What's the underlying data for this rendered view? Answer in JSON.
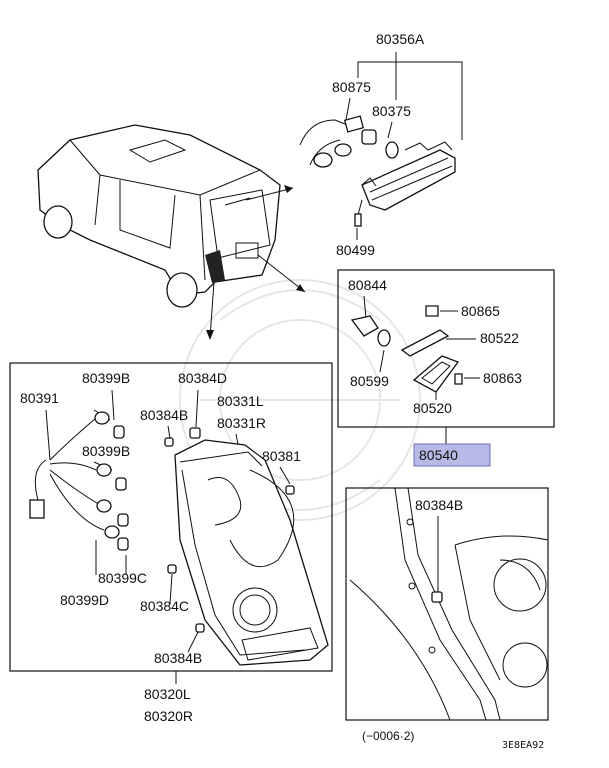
{
  "labels": {
    "p80356a": "80356A",
    "p80875": "80875",
    "p80375": "80375",
    "p80499": "80499",
    "p80844": "80844",
    "p80865": "80865",
    "p80522": "80522",
    "p80599": "80599",
    "p80863": "80863",
    "p80520": "80520",
    "p80540": "80540",
    "p80399b_1": "80399B",
    "p80384d": "80384D",
    "p80391": "80391",
    "p80384b_1": "80384B",
    "p80331l": "80331L",
    "p80331r": "80331R",
    "p80399b_2": "80399B",
    "p80381": "80381",
    "p80399c": "80399C",
    "p80384c": "80384C",
    "p80399d": "80399D",
    "p80384b_2": "80384B",
    "p80320l": "80320L",
    "p80320r": "80320R",
    "p80384b_3": "80384B",
    "date_range": "(−0006·2)",
    "diagram_code": "3E8EA92"
  },
  "colors": {
    "highlight": "#b7b9e6",
    "line": "#111111"
  }
}
